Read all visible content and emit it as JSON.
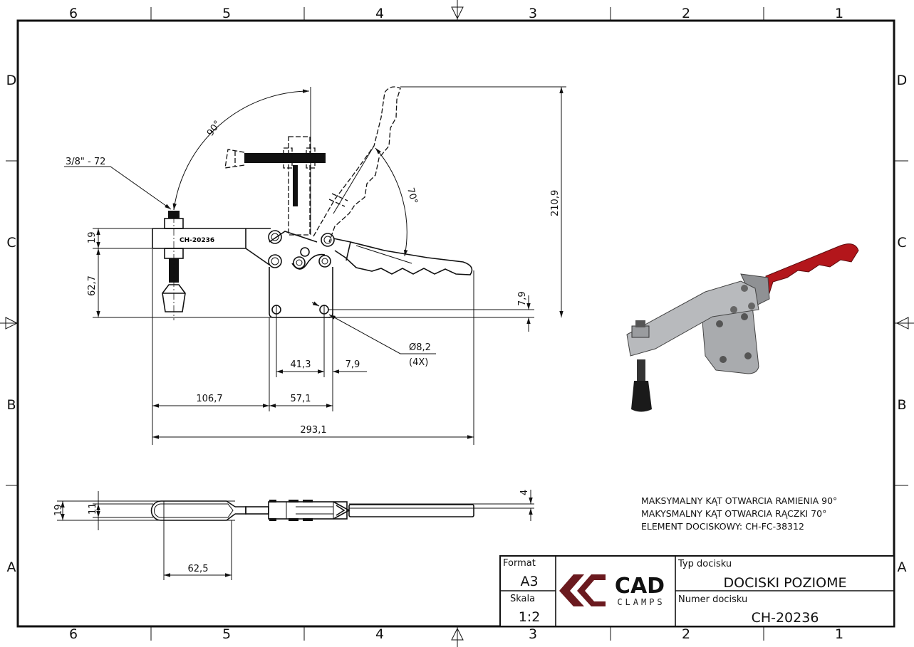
{
  "sheet": {
    "zones_columns": [
      "6",
      "5",
      "4",
      "3",
      "2",
      "1"
    ],
    "zones_rows": [
      "D",
      "C",
      "B",
      "A"
    ]
  },
  "dimensions": {
    "thread": "3/8\" - 72",
    "arm_angle": "90°",
    "handle_angle": "70°",
    "arm_height": "19",
    "arm_to_base": "62,7",
    "total_height": "210,9",
    "base_offset": "7,9",
    "hole_dia": "Ø8,2",
    "hole_count": "(4X)",
    "hole_spacing": "41,3",
    "hole_edge": "7,9",
    "arm_length": "106,7",
    "base_width": "57,1",
    "total_length": "293,1",
    "side_width": "19",
    "side_slot": "11",
    "side_handle": "4",
    "slot_length": "62,5",
    "arm_marking": "CH-20236"
  },
  "notes": [
    "MAKSYMALNY KĄT OTWARCIA RAMIENIA 90°",
    "MAKYSMALNY KĄT OTWARCIA RĄCZKI 70°",
    "ELEMENT DOCISKOWY: CH-FC-38312"
  ],
  "title_block": {
    "format_label": "Format",
    "format_value": "A3",
    "scale_label": "Skala",
    "scale_value": "1:2",
    "logo_main": "CAD",
    "logo_sub": "CLAMPS",
    "type_label": "Typ docisku",
    "type_value": "DOCISKI POZIOME",
    "number_label": "Numer docisku",
    "number_value": "CH-20236"
  },
  "colors": {
    "logo": "#6b1a1f",
    "handle_grip": "#b3161b",
    "metal": "#a9abae"
  }
}
